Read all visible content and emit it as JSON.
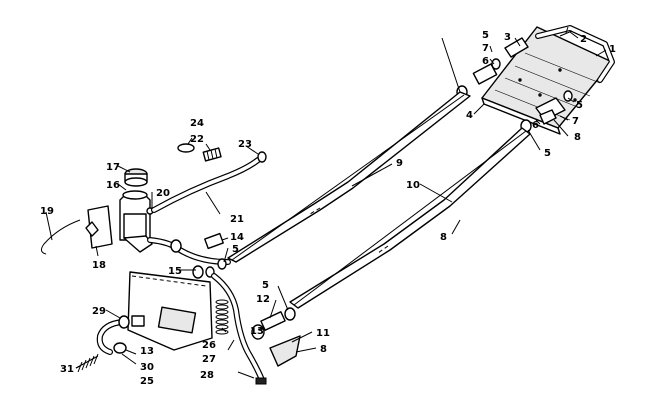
{
  "callouts": [
    "1",
    "2",
    "3",
    "4",
    "5",
    "5",
    "5",
    "5",
    "5",
    "6",
    "6",
    "7",
    "7",
    "8",
    "8",
    "8",
    "9",
    "10",
    "11",
    "12",
    "13",
    "13",
    "14",
    "15",
    "16",
    "17",
    "18",
    "19",
    "20",
    "21",
    "22",
    "23",
    "24",
    "25",
    "26",
    "27",
    "28",
    "29",
    "30",
    "31"
  ]
}
